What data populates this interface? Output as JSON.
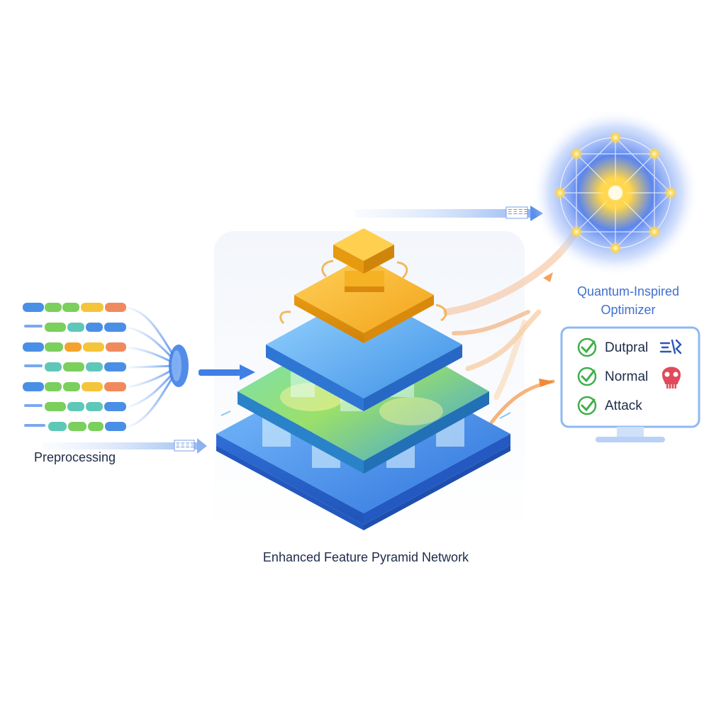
{
  "labels": {
    "preprocessing": "Preprocessing",
    "pyramid": "Enhanced Feature Pyramid Network",
    "optimizer_line1": "Quantum-Inspired",
    "optimizer_line2": "Optimizer"
  },
  "output_panel": {
    "items": [
      {
        "label": "Dutpral",
        "icon": "glyph-icon"
      },
      {
        "label": "Normal",
        "icon": "skull-icon"
      },
      {
        "label": "Attack",
        "icon": ""
      }
    ]
  },
  "arrow_tags": {
    "to_optimizer": "ΞΞΞΞ",
    "to_pyramid": "ΞΞΞΞ"
  },
  "colors": {
    "pyramid_blue": "#2e6fd8",
    "pyramid_teal": "#3fb6d6",
    "pyramid_gold": "#f2ad1e",
    "optimizer_glow": "#ffd54a",
    "accent_blue": "#3f6fd0",
    "check_green": "#3fae4a",
    "skull_red": "#e04a5a"
  },
  "data_bar_colors": [
    "#4a8fe6",
    "#7bcf5c",
    "#f4c53a",
    "#f08a5d",
    "#5fc7b8"
  ]
}
